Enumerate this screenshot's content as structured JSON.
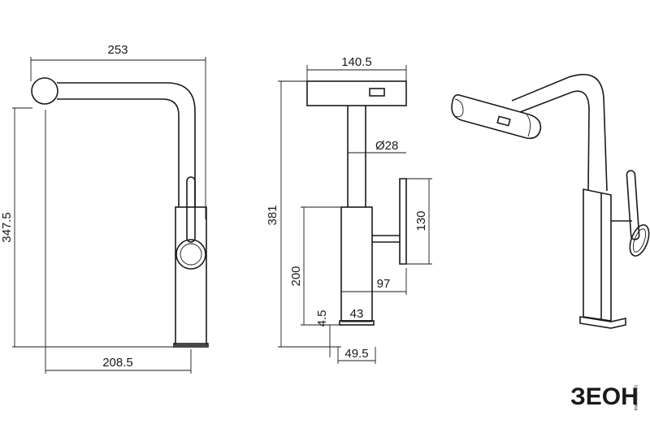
{
  "side_view": {
    "width_top": "253",
    "height": "347.5",
    "reach": "208.5"
  },
  "front_view": {
    "head_width": "140.5",
    "spout_diameter": "Ø28",
    "total_height": "381",
    "lever_height": "130",
    "body_height": "200",
    "lever_reach": "97",
    "body_width": "43",
    "base_thickness": "4.5",
    "base_width": "49.5"
  },
  "logo": {
    "brand": "ЗЕОН",
    "tagline": "сантехника"
  }
}
